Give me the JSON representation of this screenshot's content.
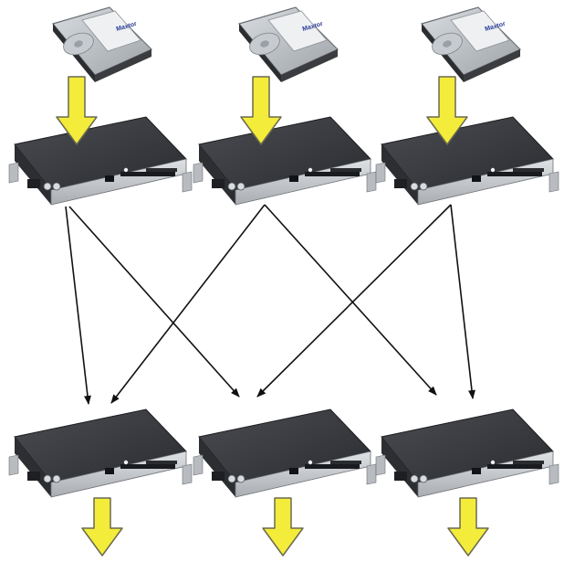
{
  "diagram": {
    "disks": [
      {
        "id": "disk-1",
        "brand": "Maxtor"
      },
      {
        "id": "disk-2",
        "brand": "Maxtor"
      },
      {
        "id": "disk-3",
        "brand": "Maxtor"
      }
    ],
    "top_servers": [
      {
        "id": "top-server-1"
      },
      {
        "id": "top-server-2"
      },
      {
        "id": "top-server-3"
      }
    ],
    "bottom_servers": [
      {
        "id": "bottom-server-1"
      },
      {
        "id": "bottom-server-2"
      },
      {
        "id": "bottom-server-3"
      }
    ],
    "input_arrows": [
      {
        "from": "disk-1",
        "to": "top-server-1"
      },
      {
        "from": "disk-2",
        "to": "top-server-2"
      },
      {
        "from": "disk-3",
        "to": "top-server-3"
      }
    ],
    "shuffle_edges": [
      {
        "from": "top-server-1",
        "to": "bottom-server-1"
      },
      {
        "from": "top-server-1",
        "to": "bottom-server-2"
      },
      {
        "from": "top-server-2",
        "to": "bottom-server-1"
      },
      {
        "from": "top-server-2",
        "to": "bottom-server-3"
      },
      {
        "from": "top-server-3",
        "to": "bottom-server-2"
      },
      {
        "from": "top-server-3",
        "to": "bottom-server-3"
      }
    ],
    "output_arrows": [
      {
        "from": "bottom-server-1"
      },
      {
        "from": "bottom-server-2"
      },
      {
        "from": "bottom-server-3"
      }
    ],
    "colors": {
      "yellow_arrow_fill": "#f4ec3a",
      "yellow_arrow_stroke": "#6a6a50",
      "server_top": "#34363a",
      "server_front": "#c9ccd0",
      "disk_body": "#b9bdc2",
      "edge": "#111111"
    }
  }
}
